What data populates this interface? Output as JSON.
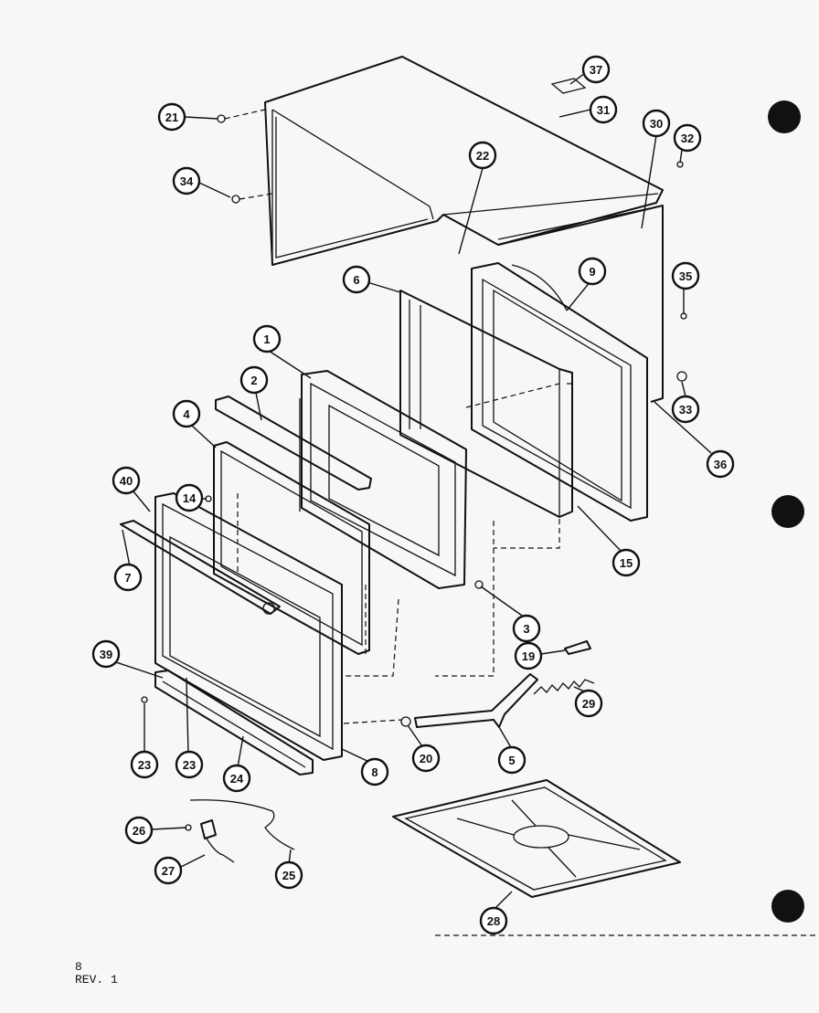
{
  "callouts": {
    "c1": "1",
    "c2": "2",
    "c3": "3",
    "c4": "4",
    "c5": "5",
    "c6": "6",
    "c7": "7",
    "c8": "8",
    "c9": "9",
    "c14": "14",
    "c15": "15",
    "c19": "19",
    "c20": "20",
    "c21": "21",
    "c22": "22",
    "c23a": "23",
    "c23b": "23",
    "c24": "24",
    "c25": "25",
    "c26": "26",
    "c27": "27",
    "c28": "28",
    "c29": "29",
    "c30": "30",
    "c31": "31",
    "c32": "32",
    "c33": "33",
    "c34": "34",
    "c35": "35",
    "c36": "36",
    "c37": "37",
    "c39": "39",
    "c40": "40"
  },
  "footer": {
    "page_number": "8",
    "revision": "REV. 1"
  }
}
